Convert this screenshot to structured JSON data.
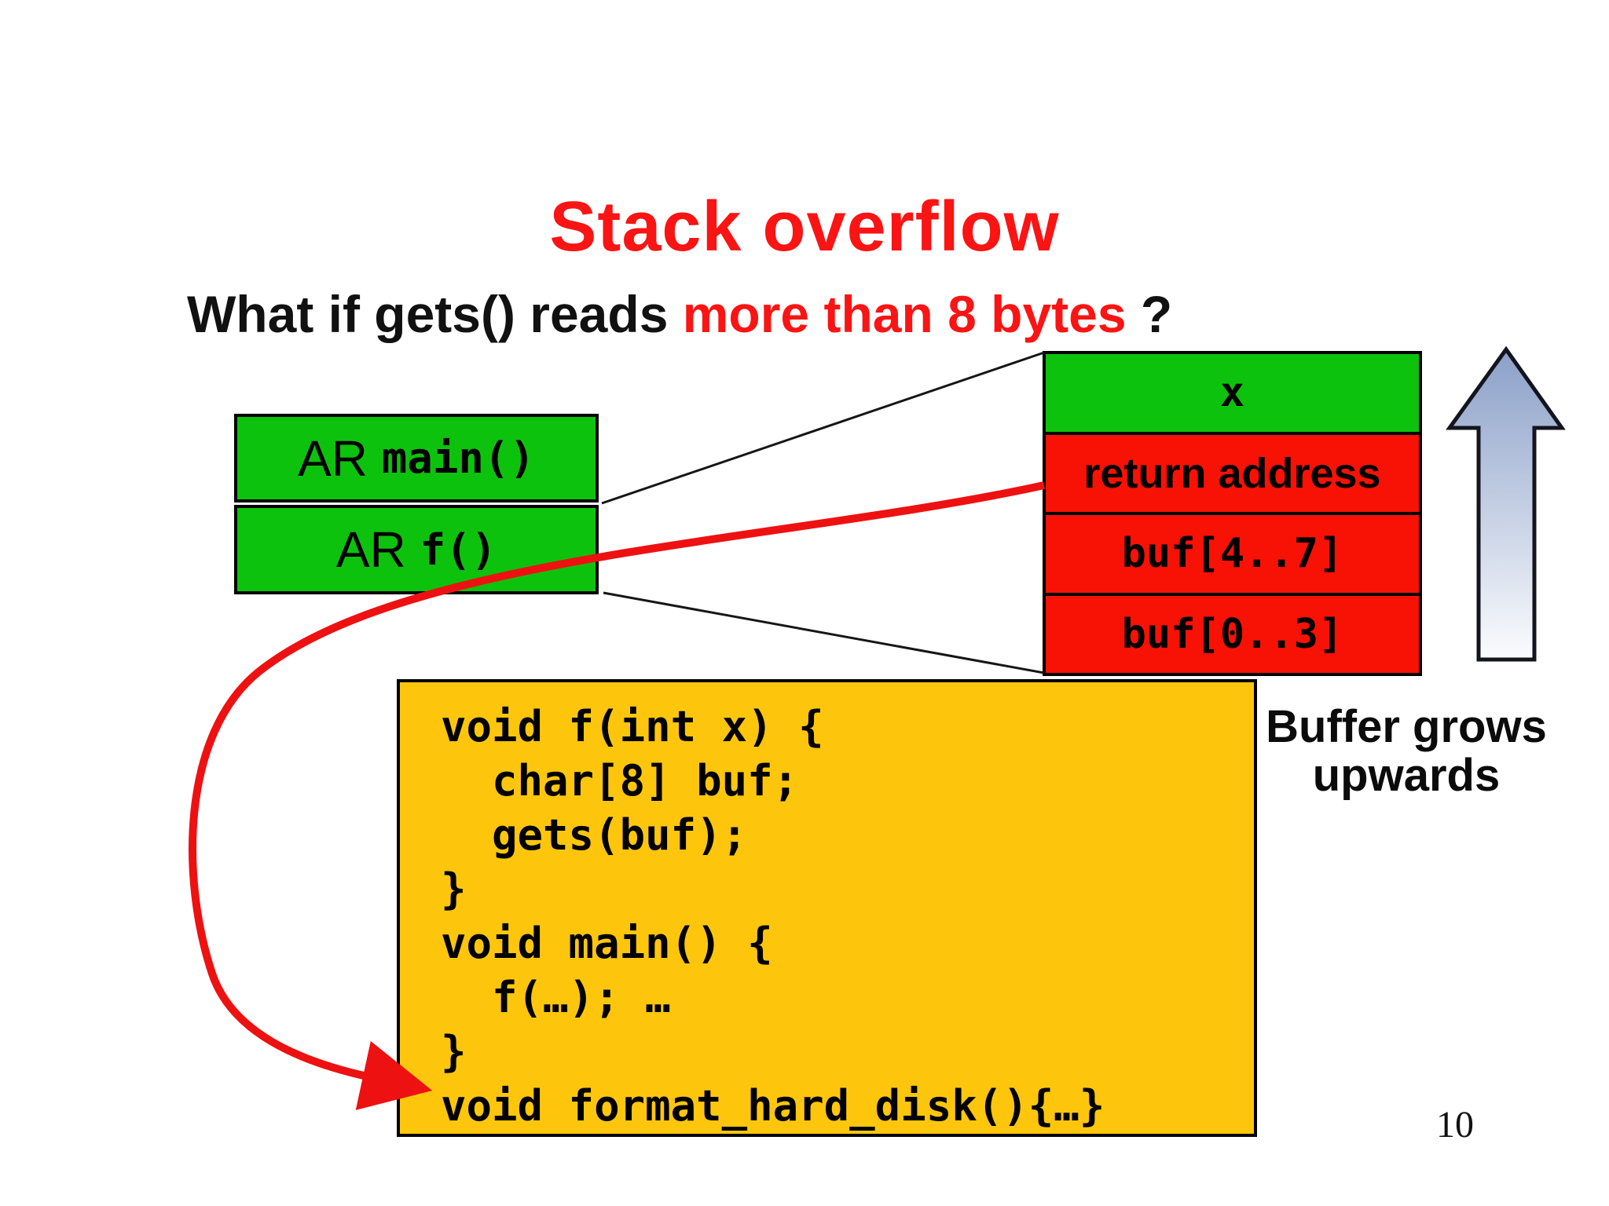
{
  "slide": {
    "title": "Stack overflow",
    "subtitle_prefix": "What if gets() reads ",
    "subtitle_highlight": "more than 8 bytes ",
    "subtitle_suffix": "?",
    "page_number": "10"
  },
  "stack_left": {
    "frames": [
      {
        "prefix": "AR ",
        "name": "main()"
      },
      {
        "prefix": "AR ",
        "name": "f()"
      }
    ]
  },
  "stack_detail": {
    "cells": [
      {
        "label": "x",
        "color": "green",
        "font": "mono"
      },
      {
        "label": "return address",
        "color": "red",
        "font": "comic"
      },
      {
        "label": "buf[4..7]",
        "color": "red",
        "font": "mono"
      },
      {
        "label": "buf[0..3]",
        "color": "red",
        "font": "mono"
      }
    ]
  },
  "code_box": {
    "lines": [
      "void f(int x) {",
      "  char[8] buf;",
      "  gets(buf);",
      "}",
      "void main() {",
      "  f(…); …",
      "}",
      "void format_hard_disk(){…}"
    ]
  },
  "annotations": {
    "buffer_note_line1": "Buffer grows",
    "buffer_note_line2": "upwards",
    "grow_arrow_direction": "up"
  },
  "colors": {
    "green": "#0dc20d",
    "red": "#f81105",
    "yellow": "#fdc60d",
    "title_red": "#fa1414",
    "curve_red": "#ee1111",
    "arrow_top": "#8ba0c8",
    "arrow_bottom": "#fbfcfe"
  }
}
